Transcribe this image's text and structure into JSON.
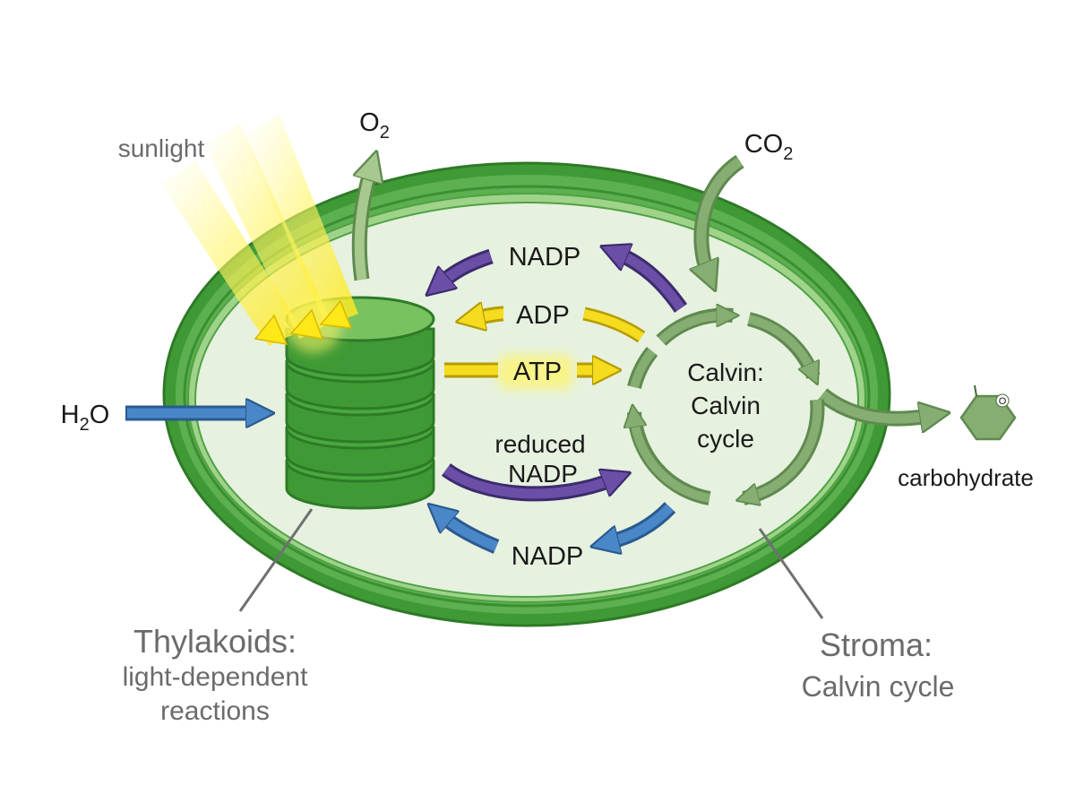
{
  "labels": {
    "sunlight": "sunlight",
    "o2_main": "O",
    "o2_sub": "2",
    "co2_main": "CO",
    "co2_sub": "2",
    "h2o_h": "H",
    "h2o_sub": "2",
    "h2o_o": "O",
    "nadp_top": "NADP",
    "adp": "ADP",
    "atp": "ATP",
    "reduced": "reduced",
    "reduced_nadp": "NADP",
    "nadp_bottom": "NADP",
    "calvin_line1": "Calvin:",
    "calvin_line2": "Calvin",
    "calvin_line3": "cycle",
    "carbohydrate": "carbohydrate",
    "ring_atom": "O",
    "thylakoids_title": "Thylakoids:",
    "thylakoids_line2": "light-dependent",
    "thylakoids_line3": "reactions",
    "stroma_title": "Stroma:",
    "stroma_line2": "Calvin cycle"
  },
  "colors": {
    "outer_membrane": "#3f9a35",
    "inner_membrane": "#6cb85e",
    "stroma": "#e6f1df",
    "thylakoid": "#48a83e",
    "thylakoid_top": "#78c25f",
    "calvin_arrow": "#86ad72",
    "purple_arrow": "#6b4fa6",
    "yellow_arrow": "#f5dc1f",
    "blue_arrow": "#4a87c8",
    "leader_line": "#707070",
    "sunlight": "#fff04a"
  }
}
